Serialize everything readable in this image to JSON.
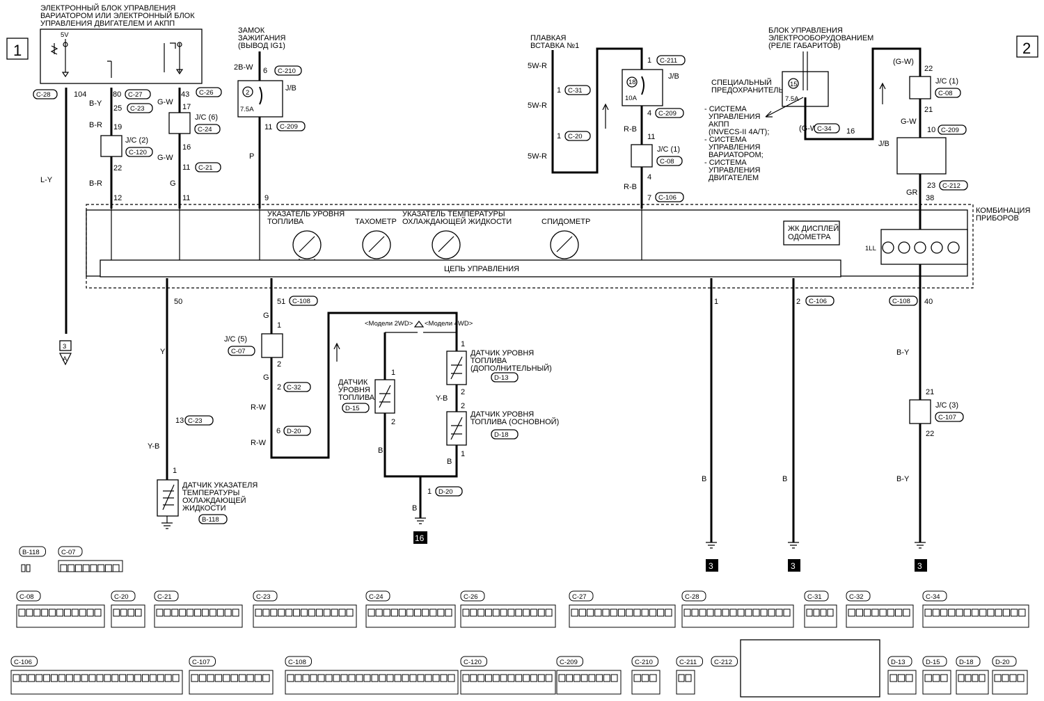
{
  "page_markers": {
    "left": "1",
    "right": "2"
  },
  "ecu": {
    "lines": [
      "ЭЛЕКТРОННЫЙ БЛОК УПРАВЛЕНИЯ",
      "ВАРИАТОРОМ ИЛИ ЭЛЕКТРОННЫЙ БЛОК",
      "УПРАВЛЕНИЯ ДВИГАТЕЛЕМ И АКПП"
    ],
    "voltage": "5V"
  },
  "ignition": {
    "lines": [
      "ЗАМОК",
      "ЗАЖИГАНИЯ",
      "(ВЫВОД IG1)"
    ],
    "fuse_no": "2",
    "fuse_rating": "7.5A",
    "jb": "J/B"
  },
  "fusible_link": {
    "lines": [
      "ПЛАВКАЯ",
      "ВСТАВКА №1"
    ]
  },
  "fuse18": {
    "fuse_no": "18",
    "rating": "10A",
    "jb": "J/B"
  },
  "etacs": {
    "lines": [
      "БЛОК УПРАВЛЕНИЯ",
      "ЭЛЕКТРООБОРУДОВАНИЕМ",
      "(РЕЛЕ ГАБАРИТОВ)"
    ],
    "fuse_no": "15",
    "rating": "7.5A",
    "special_fuse": [
      "СПЕЦИАЛЬНЫЙ",
      "ПРЕДОХРАНИТЕЛЬ"
    ]
  },
  "systems_note": [
    "- СИСТЕМА",
    "УПРАВЛЕНИЯ",
    "АКПП",
    "(INVECS-II 4A/T);",
    "- СИСТЕМА",
    "УПРАВЛЕНИЯ",
    "ВАРИАТОРОМ;",
    "- СИСТЕМА",
    "УПРАВЛЕНИЯ",
    "ДВИГАТЕЛЕМ"
  ],
  "cluster": {
    "title": [
      "КОМБИНАЦИЯ",
      "ПРИБОРОВ"
    ],
    "fuel_gauge": [
      "УКАЗАТЕЛЬ УРОВНЯ",
      "ТОПЛИВА"
    ],
    "tacho": "ТАХОМЕТР",
    "temp_gauge": [
      "УКАЗАТЕЛЬ ТЕМПЕРАТУРЫ",
      "ОХЛАЖДАЮЩЕЙ ЖИДКОСТИ"
    ],
    "speedo": "СПИДОМЕТР",
    "odometer": [
      "ЖК ДИСПЛЕЙ",
      "ОДОМЕТРА"
    ],
    "control": "ЦЕПЬ УПРАВЛЕНИЯ",
    "illum": "1LL"
  },
  "sensors": {
    "coolant": [
      "ДАТЧИК УКАЗАТЕЛЯ",
      "ТЕМПЕРАТУРЫ",
      "ОХЛАЖДАЮЩЕЙ",
      "ЖИДКОСТИ"
    ],
    "coolant_conn": "B-118",
    "fuel_2wd": [
      "ДАТЧИК",
      "УРОВНЯ",
      "ТОПЛИВА"
    ],
    "fuel_2wd_conn": "D-15",
    "fuel_sub": [
      "ДАТЧИК УРОВНЯ",
      "ТОПЛИВА",
      "(ДОПОЛНИТЕЛЬНЫЙ)"
    ],
    "fuel_sub_conn": "D-13",
    "fuel_main": [
      "ДАТЧИК УРОВНЯ",
      "ТОПЛИВА (ОСНОВНОЙ)"
    ],
    "fuel_main_conn": "D-18",
    "model_2wd": "<Модели 2WD>",
    "model_4wd": "<Модели 4WD>"
  },
  "labels": {
    "col1": {
      "conn": "C-28",
      "pin": "104",
      "wire": "L-Y",
      "ground": "3",
      "ground_sub": "A"
    },
    "col2": {
      "pin_top": "80",
      "conn_top": "C-27",
      "w1": "B-Y",
      "p25": "25",
      "c23": "C-23",
      "w2": "B-R",
      "p19": "19",
      "jc": "J/C (2)",
      "jc_conn": "C-120",
      "p22": "22",
      "w3": "B-R",
      "p12": "12"
    },
    "col3": {
      "pin_top": "43",
      "conn_top": "C-26",
      "w1": "G-W",
      "p17": "17",
      "jc": "J/C (6)",
      "jc_conn": "C-24",
      "p16": "16",
      "w2": "G-W",
      "p11": "11",
      "c21": "C-21",
      "w3": "G",
      "p11b": "11"
    },
    "col4": {
      "w0": "2B-W",
      "p6": "6",
      "c210": "C-210",
      "p11": "11",
      "c209": "C-209",
      "w1": "P",
      "p9": "9"
    },
    "fl": {
      "w1": "5W-R",
      "p1": "1",
      "c31": "C-31",
      "w2": "5W-R",
      "p1b": "1",
      "c20": "C-20",
      "w3": "5W-R"
    },
    "f18": {
      "p1": "1",
      "c211": "C-211",
      "p4": "4",
      "c209": "C-209",
      "w1": "R-B",
      "p11": "11",
      "jc": "J/C (1)",
      "jc_conn": "C-08",
      "p4b": "4",
      "w2": "R-B",
      "p7": "7",
      "c106": "C-106"
    },
    "et": {
      "wire": "(G-W)",
      "c34": "C-34",
      "p16": "16",
      "gw_top": "(G-W)",
      "p22": "22",
      "jc": "J/C (1)",
      "jc_conn": "C-08",
      "p21": "21",
      "w2": "G-W",
      "p10": "10",
      "c209": "C-209",
      "jb": "J/B",
      "w3": "GR",
      "p23": "23",
      "c212": "C-212",
      "p38": "38"
    },
    "bottom": {
      "p50": "50",
      "wY": "Y",
      "p13": "13",
      "c23": "C-23",
      "wYB": "Y-B",
      "p1": "1",
      "p51": "51",
      "c108": "C-108",
      "wG": "G",
      "jc5_p1": "1",
      "jc5": "J/C (5)",
      "jc5_conn": "C-07",
      "jc5_p2": "2",
      "wG2": "G",
      "p2": "2",
      "c32": "C-32",
      "wRW": "R-W",
      "p6": "6",
      "d20": "D-20",
      "wRW2": "R-W",
      "d15_p1": "1",
      "d15_p2": "2",
      "wB": "B",
      "d13_p1": "1",
      "d13_p2": "2",
      "wYB2": "Y-B",
      "d18_p2": "2",
      "d18_p1": "1",
      "wB2": "B",
      "d20_p1": "1",
      "d20b": "D-20",
      "wB3": "B",
      "gnd16": "16",
      "r1": "1",
      "r2": "2",
      "c106": "C-106",
      "rB1": "B",
      "rB2": "B",
      "gnd3a": "3",
      "gnd3b": "3",
      "c108r": "C-108",
      "p40": "40",
      "wBY": "B-Y",
      "p21": "21",
      "jc3": "J/C (3)",
      "jc3_conn": "C-107",
      "p22": "22",
      "wBY2": "B-Y",
      "gnd3c": "3"
    }
  },
  "connector_refs": [
    {
      "name": "B-118"
    },
    {
      "name": "C-07"
    },
    {
      "name": "C-08"
    },
    {
      "name": "C-20"
    },
    {
      "name": "C-21"
    },
    {
      "name": "C-23"
    },
    {
      "name": "C-24"
    },
    {
      "name": "C-26"
    },
    {
      "name": "C-27"
    },
    {
      "name": "C-28"
    },
    {
      "name": "C-31"
    },
    {
      "name": "C-32"
    },
    {
      "name": "C-34"
    },
    {
      "name": "C-106"
    },
    {
      "name": "C-107"
    },
    {
      "name": "C-108"
    },
    {
      "name": "C-120"
    },
    {
      "name": "C-209"
    },
    {
      "name": "C-210"
    },
    {
      "name": "C-211"
    },
    {
      "name": "C-212"
    },
    {
      "name": "D-13"
    },
    {
      "name": "D-15"
    },
    {
      "name": "D-18"
    },
    {
      "name": "D-20"
    }
  ]
}
